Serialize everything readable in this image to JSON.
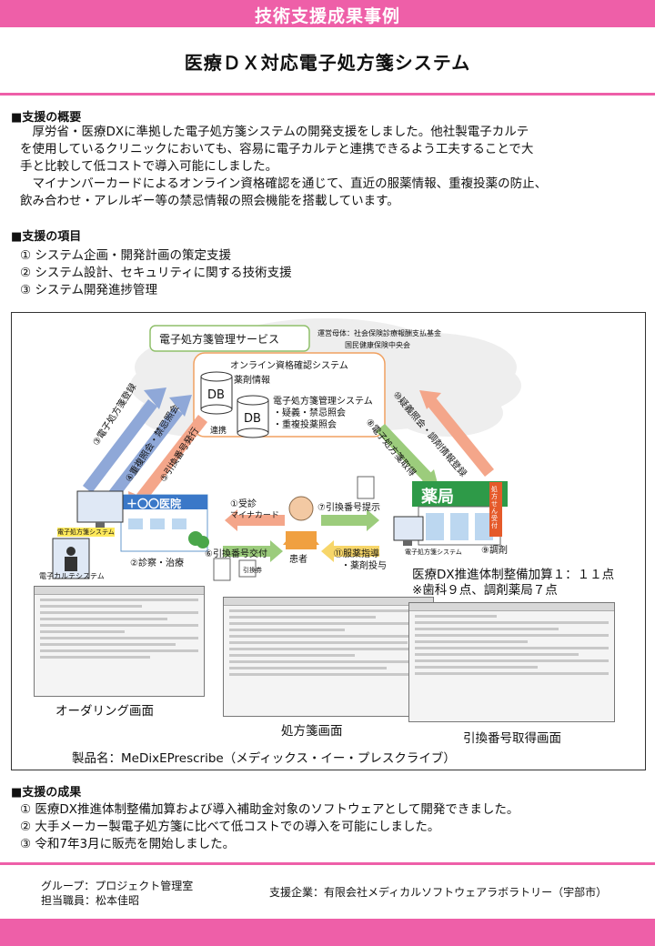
{
  "header": {
    "banner": "技術支援成果事例",
    "title": "医療ＤＸ対応電子処方箋システム"
  },
  "overview": {
    "heading": "■支援の概要",
    "p1_line1": "　厚労省・医療DXに準拠した電子処方箋システムの開発支援をしました。他社製電子カルテ",
    "p1_line2": "を使用しているクリニックにおいても、容易に電子カルテと連携できるよう工夫することで大",
    "p1_line3": "手と比較して低コストで導入可能にしました。",
    "p2_line1": "　マイナンバーカードによるオンライン資格確認を通じて、直近の服薬情報、重複投薬の防止、",
    "p2_line2": "飲み合わせ・アレルギー等の禁忌情報の照会機能を搭載しています。"
  },
  "items": {
    "heading": "■支援の項目",
    "list": [
      "① システム企画・開発計画の策定支援",
      "② システム設計、セキュリティに関する技術支援",
      "③ システム開発進捗管理"
    ]
  },
  "diagram": {
    "service_title": "電子処方箋管理サービス",
    "operator_line1": "運営母体：社会保険診療報酬支払基金",
    "operator_line2": "国民健康保険中央会",
    "online_system": "オンライン資格確認システム",
    "prescription_info": "薬剤情報",
    "db_label": "DB",
    "link_label": "連携",
    "mgmt_system": "電子処方箋管理システム",
    "mgmt_item1": "・疑義・禁忌照会",
    "mgmt_item2": "・重複投薬照会",
    "clinic_name": "＋〇〇医院",
    "pharmacy_name": "薬局",
    "pharmacy_sign": "処方せん受付",
    "patient": "患者",
    "clinic_system": "電子処方箋システム",
    "pharmacy_system": "電子処方箋システム",
    "ehr_system": "電子カルテシステム",
    "step1": "①受診",
    "my_number": "マイナカード",
    "step2": "②診察・治療",
    "step3": "③電子処方箋登録",
    "step4": "④重複照会・禁忌照会",
    "step5": "⑤引換番号発行",
    "step6": "⑥引換番号交付",
    "exchange_note": "引換券",
    "step7": "⑦引換番号提示",
    "step8": "⑧電子処方箋取得",
    "step9": "⑨調剤",
    "step10": "⑩疑義照会・調剤情報登録",
    "step11a": "⑪服薬指導",
    "step11b": "・薬剤投与",
    "bonus_line1": "医療DX推進体制整備加算１：１１点",
    "bonus_line2": "※歯科９点、調剤薬局７点",
    "screen1": "オーダリング画面",
    "screen2": "処方箋画面",
    "screen3": "引換番号取得画面",
    "product": "製品名：MeDixEPrescribe（メディックス・イー・プレスクライブ）"
  },
  "results": {
    "heading": "■支援の成果",
    "list": [
      "① 医療DX推進体制整備加算および導入補助金対象のソフトウェアとして開発できました。",
      "② 大手メーカー製電子処方箋に比べて低コストでの導入を可能にしました。",
      "③ 令和7年3月に販売を開始しました。"
    ]
  },
  "footer": {
    "group": "グループ：プロジェクト管理室",
    "staff": "担当職員：松本佳昭",
    "company": "支援企業：有限会社メディカルソフトウェアラボラトリー（宇部市）"
  },
  "colors": {
    "accent": "#ee5fa8",
    "arrow_blue": "#8fa8d8",
    "arrow_orange": "#f4a68a",
    "arrow_green": "#9ccc7c",
    "arrow_yellow": "#f7d66a",
    "pharmacy_green": "#2e9a48"
  }
}
